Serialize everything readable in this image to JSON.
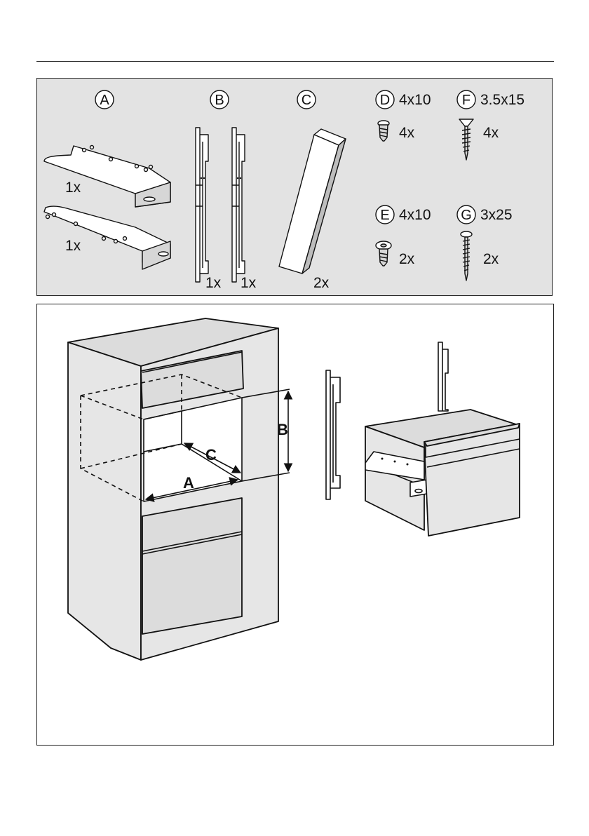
{
  "parts": {
    "A": {
      "letter": "A",
      "qty1": "1x",
      "qty2": "1x"
    },
    "B": {
      "letter": "B",
      "qty1": "1x",
      "qty2": "1x"
    },
    "C": {
      "letter": "C",
      "qty": "2x"
    },
    "D": {
      "letter": "D",
      "size": "4x10",
      "qty": "4x"
    },
    "E": {
      "letter": "E",
      "size": "4x10",
      "qty": "2x"
    },
    "F": {
      "letter": "F",
      "size": "3.5x15",
      "qty": "4x"
    },
    "G": {
      "letter": "G",
      "size": "3x25",
      "qty": "2x"
    }
  },
  "dimensions": {
    "A": "A",
    "B": "B",
    "C": "C"
  },
  "colors": {
    "panel": "#e3e3e3",
    "appliance": "#e6e6e6",
    "line": "#111111"
  }
}
